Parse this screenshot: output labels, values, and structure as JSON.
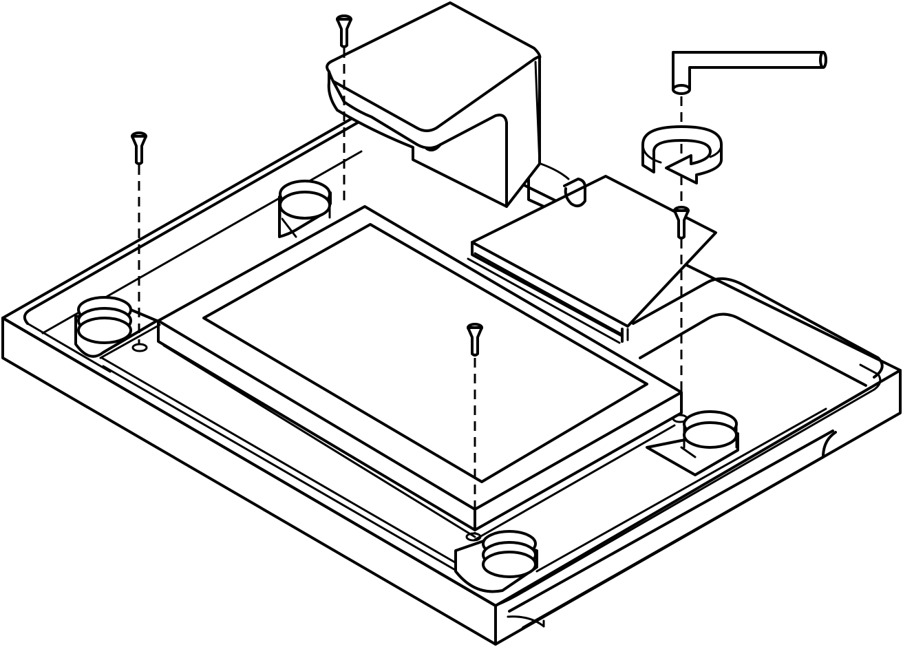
{
  "figure": {
    "description_text": "",
    "components": [
      "base-tray",
      "top-plate",
      "bracket-block",
      "rubber-foot-front",
      "rubber-foot-left",
      "rubber-foot-right",
      "rubber-foot-rear",
      "screw",
      "hex-key",
      "rotate-arrow"
    ],
    "screw_count": 4,
    "foot_count": 4,
    "colors": {
      "line": "#000000",
      "background": "#ffffff"
    }
  }
}
